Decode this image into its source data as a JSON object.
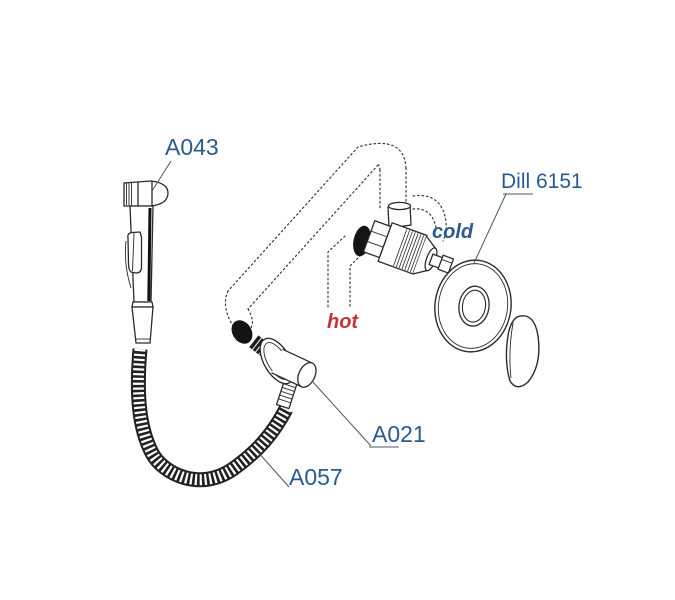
{
  "labels": {
    "a043": "A043",
    "dill": "Dill 6151",
    "a021": "A021",
    "a057": "A057",
    "cold": "cold",
    "hot": "hot"
  },
  "colors": {
    "part_label": "#2a5a8f",
    "cold_label": "#2a5a8f",
    "hot_label": "#c23438",
    "line": "#2b2b2b",
    "background": "#ffffff"
  }
}
